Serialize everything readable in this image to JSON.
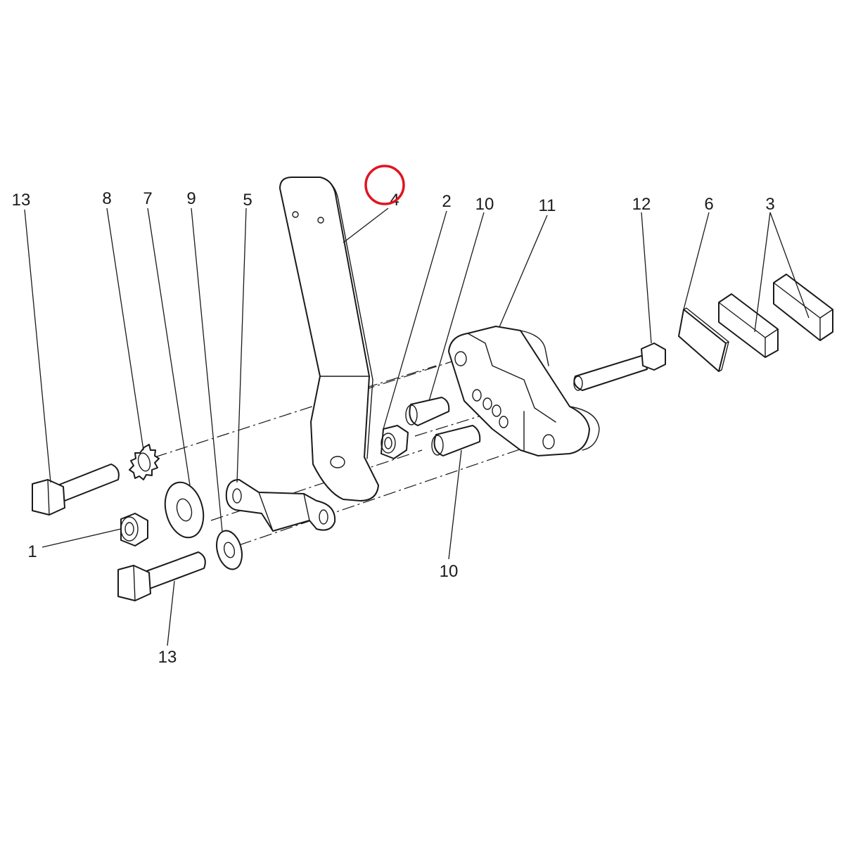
{
  "colors": {
    "line": "#1a1a1a",
    "background": "#ffffff",
    "highlight": "#e0141e"
  },
  "highlighted_callout": "4",
  "callouts": {
    "c13_top": "13",
    "c8": "8",
    "c7": "7",
    "c9": "9",
    "c5": "5",
    "c4": "4",
    "c2": "2",
    "c10_top": "10",
    "c11": "11",
    "c12": "12",
    "c6": "6",
    "c3": "3",
    "c1": "1",
    "c10_bottom": "10",
    "c13_bottom": "13"
  }
}
